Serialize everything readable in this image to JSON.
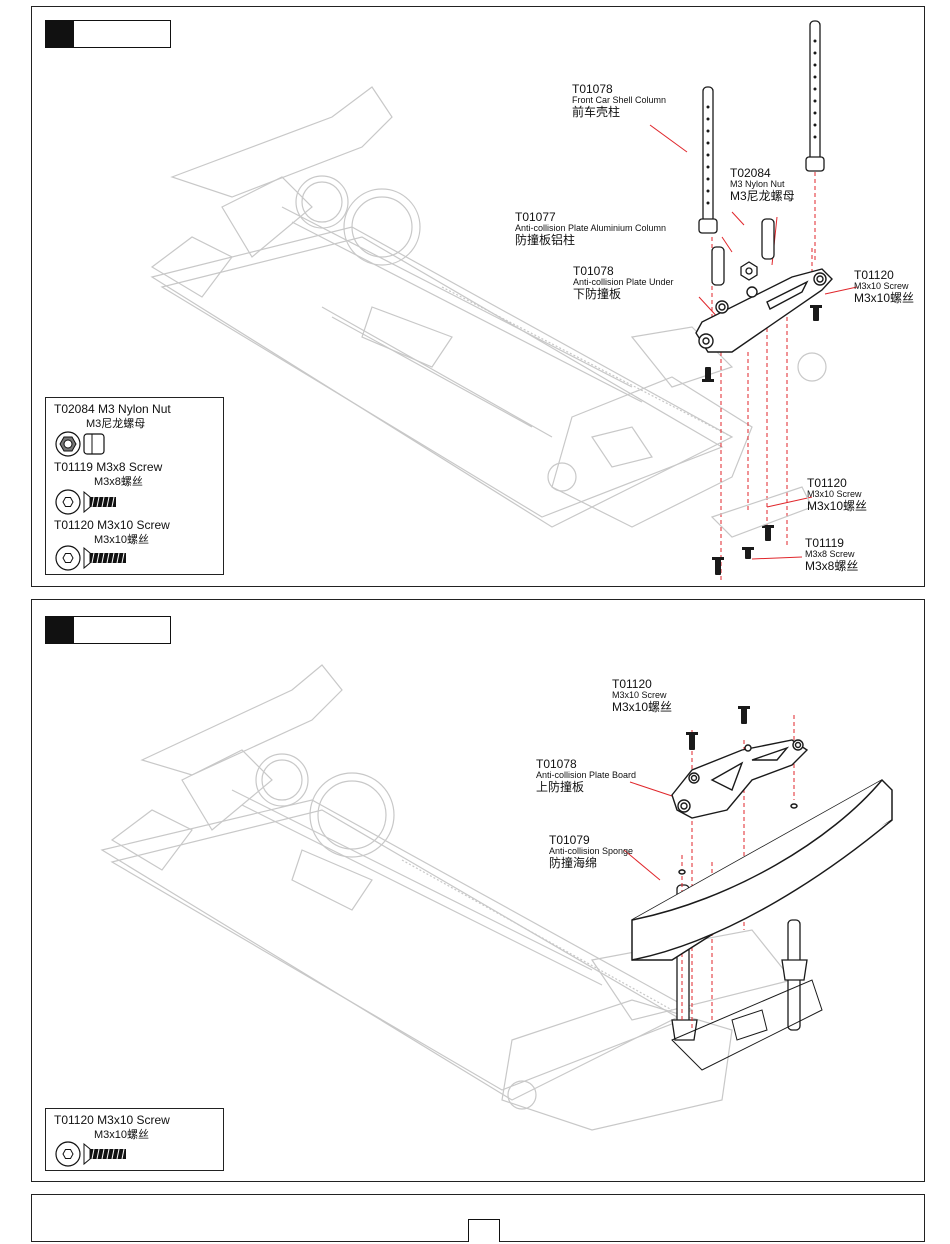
{
  "panel1": {
    "legend": {
      "items": [
        {
          "title": "T02084 M3 Nylon Nut",
          "sub": "M3尼龙螺母",
          "icon": "nylon-nut-icon"
        },
        {
          "title": "T01119 M3x8 Screw",
          "sub": "M3x8螺丝",
          "icon": "screw-icon"
        },
        {
          "title": "T01120 M3x10 Screw",
          "sub": "M3x10螺丝",
          "icon": "screw-icon"
        }
      ]
    },
    "callouts": [
      {
        "code": "T01078",
        "en": "Front Car Shell Column",
        "cn": "前车壳柱"
      },
      {
        "code": "T02084",
        "en": "M3 Nylon Nut",
        "cn": "M3尼龙螺母"
      },
      {
        "code": "T01077",
        "en": "Anti-collision Plate Aluminium Column",
        "cn": "防撞板铝柱"
      },
      {
        "code": "T01078",
        "en": "Anti-collision Plate Under",
        "cn": "下防撞板"
      },
      {
        "code": "T01120",
        "en": "M3x10 Screw",
        "cn": "M3x10螺丝"
      },
      {
        "code": "T01120",
        "en": "M3x10 Screw",
        "cn": "M3x10螺丝"
      },
      {
        "code": "T01119",
        "en": "M3x8 Screw",
        "cn": "M3x8螺丝"
      }
    ]
  },
  "panel2": {
    "legend": {
      "items": [
        {
          "title": "T01120 M3x10 Screw",
          "sub": "M3x10螺丝",
          "icon": "screw-icon"
        }
      ]
    },
    "callouts": [
      {
        "code": "T01120",
        "en": "M3x10 Screw",
        "cn": "M3x10螺丝"
      },
      {
        "code": "T01078",
        "en": "Anti-collision Plate Board",
        "cn": "上防撞板"
      },
      {
        "code": "T01079",
        "en": "Anti-collision Sponge",
        "cn": "防撞海绵"
      }
    ]
  },
  "colors": {
    "leader": "#e0262b",
    "chassis": "#c8c8c8",
    "part": "#1a1a1a"
  }
}
